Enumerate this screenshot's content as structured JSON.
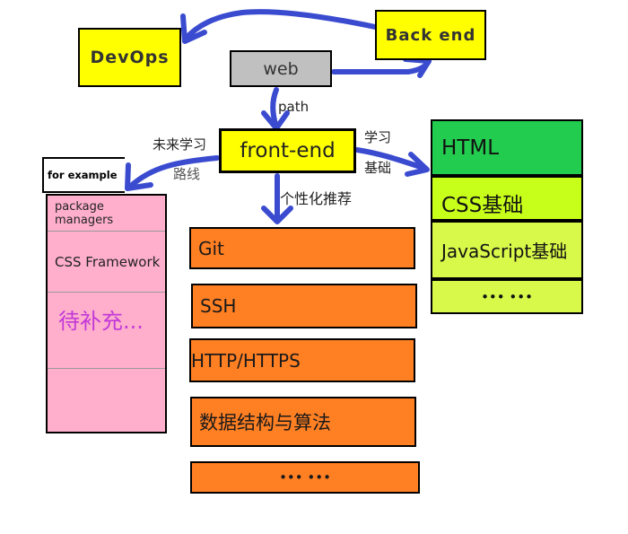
{
  "nodes": {
    "devops": "DevOps",
    "backend": "Back end",
    "web": "web",
    "frontend": "front-end"
  },
  "edge_labels": {
    "path": "path",
    "future_1": "未来学习",
    "future_2": "路线",
    "basics_1": "学习",
    "basics_2": "基础",
    "personalized": "个性化推荐"
  },
  "basics": [
    "HTML",
    "CSS基础",
    "JavaScript基础",
    "••• •••"
  ],
  "recommended": [
    "Git",
    "SSH",
    "HTTP/HTTPS",
    "数据结构与算法",
    "••• •••"
  ],
  "future": {
    "header": "for example",
    "items": [
      "package managers",
      "CSS Framework",
      "待补充..."
    ]
  },
  "colors": {
    "arrow": "#3a4bd0",
    "yellow": "#ffff00",
    "gray": "#c0c0c0",
    "green_dark": "#22cc4e",
    "green_light": "#c8ff1a",
    "orange": "#ff7f23",
    "pink": "#ffafcc"
  }
}
